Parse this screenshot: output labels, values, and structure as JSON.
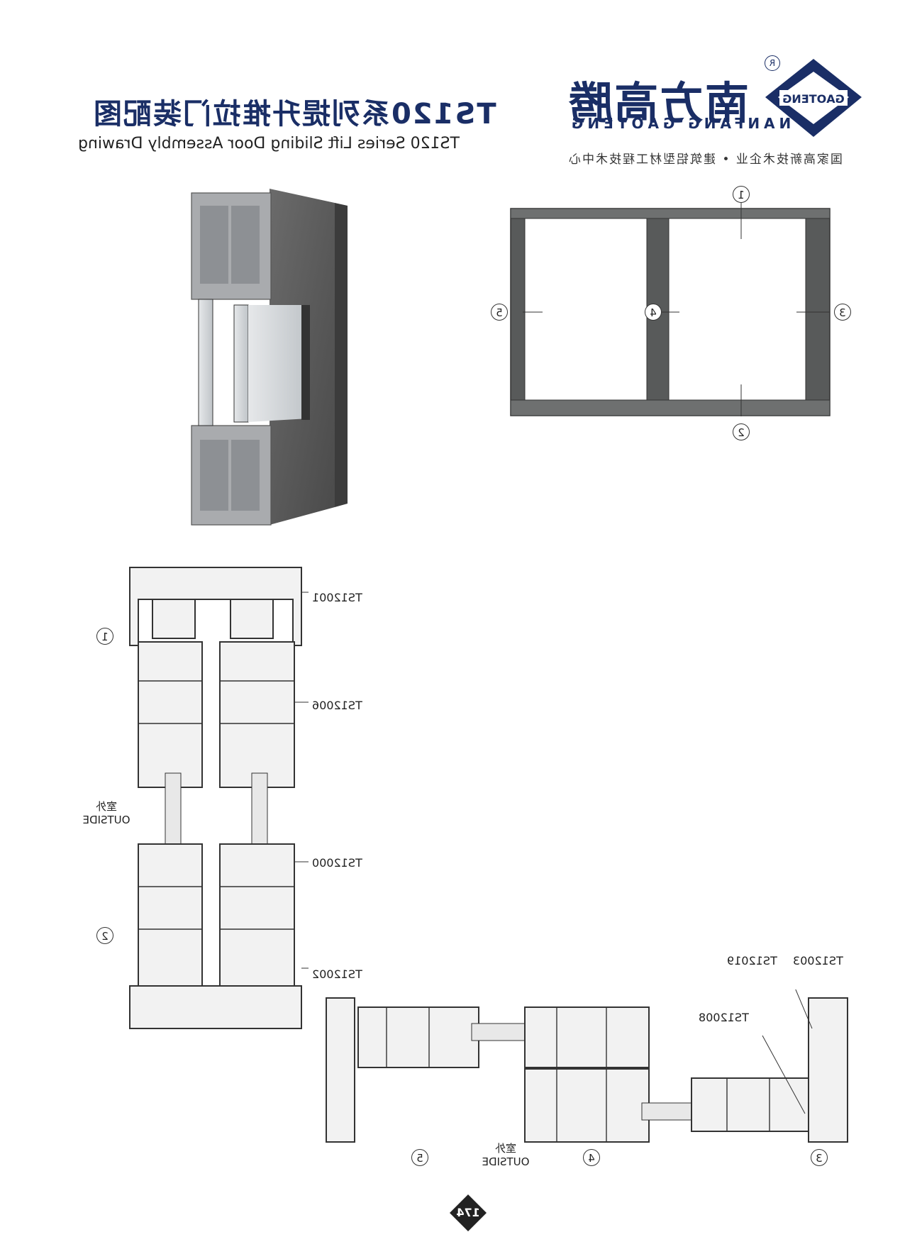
{
  "header": {
    "title_cn": "TS120系列提升推拉门装配图",
    "title_en": "TS120 Series Lift Sliding Door Assembly Drawing"
  },
  "brand": {
    "name_cn": "南方高腾",
    "name_en": "NANFANG GAOTENG",
    "logo_text": "GAOTENG",
    "registered": "R",
    "tagline": "国家高新技术企业 • 建筑铝型材工程技术中心",
    "color": "#1a2e66"
  },
  "elevation": {
    "markers": [
      "1",
      "2",
      "3",
      "4",
      "5"
    ]
  },
  "section_left": {
    "markers": [
      "1",
      "2"
    ],
    "labels": [
      "TS12001",
      "TS12006",
      "TS12000",
      "TS12002"
    ],
    "outside_cn": "室外",
    "outside_en": "OUTSIDE"
  },
  "section_bottom": {
    "markers": [
      "5",
      "4",
      "3"
    ],
    "labels": [
      "TS12019",
      "TS12003",
      "TS12008"
    ],
    "outside_cn": "室外",
    "outside_en": "OUTSIDE"
  },
  "page_number": "174"
}
